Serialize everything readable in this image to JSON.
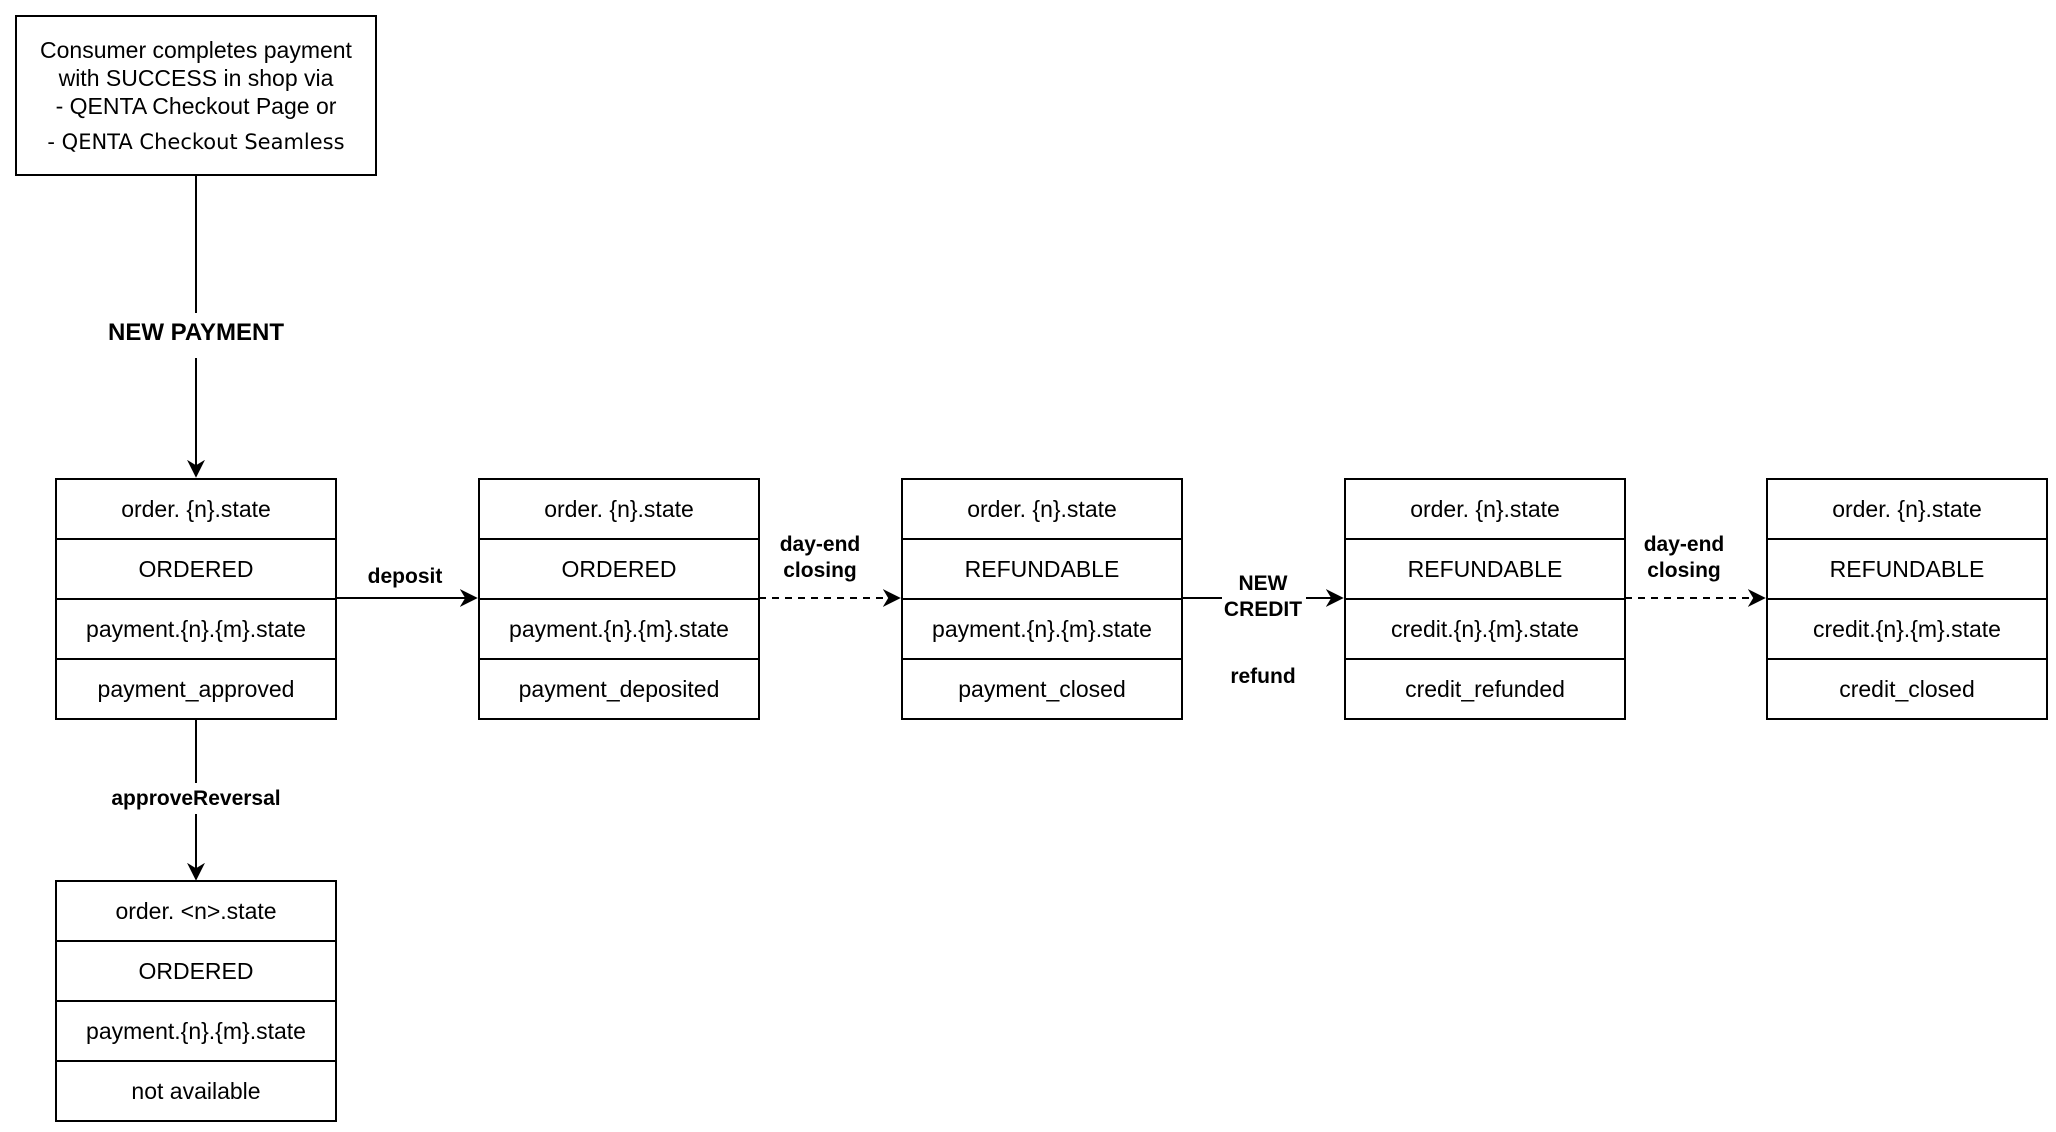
{
  "start": {
    "line1": "Consumer completes payment",
    "line2": "with SUCCESS in shop via",
    "line3": "- QENTA Checkout Page or",
    "line4": "- QENTA Checkout Seamless"
  },
  "states": [
    {
      "h1": "order. {n}.state",
      "v1": "ORDERED",
      "h2": "payment.{n}.{m}.state",
      "v2": "payment_approved"
    },
    {
      "h1": "order. {n}.state",
      "v1": "ORDERED",
      "h2": "payment.{n}.{m}.state",
      "v2": "payment_deposited"
    },
    {
      "h1": "order. {n}.state",
      "v1": "REFUNDABLE",
      "h2": "payment.{n}.{m}.state",
      "v2": "payment_closed"
    },
    {
      "h1": "order. {n}.state",
      "v1": "REFUNDABLE",
      "h2": "credit.{n}.{m}.state",
      "v2": "credit_refunded"
    },
    {
      "h1": "order. {n}.state",
      "v1": "REFUNDABLE",
      "h2": "credit.{n}.{m}.state",
      "v2": "credit_closed"
    },
    {
      "h1": "order. <n>.state",
      "v1": "ORDERED",
      "h2": "payment.{n}.{m}.state",
      "v2": "not available"
    }
  ],
  "edges": {
    "new_payment": "NEW PAYMENT",
    "deposit": "deposit",
    "day_end_closing_1_line1": "day-end",
    "day_end_closing_1_line2": "closing",
    "new_credit_line1": "NEW",
    "new_credit_line2": "CREDIT",
    "refund": "refund",
    "day_end_closing_2_line1": "day-end",
    "day_end_closing_2_line2": "closing",
    "approve_reversal": "approveReversal"
  },
  "colors": {
    "stroke": "#000000",
    "background": "#ffffff"
  }
}
